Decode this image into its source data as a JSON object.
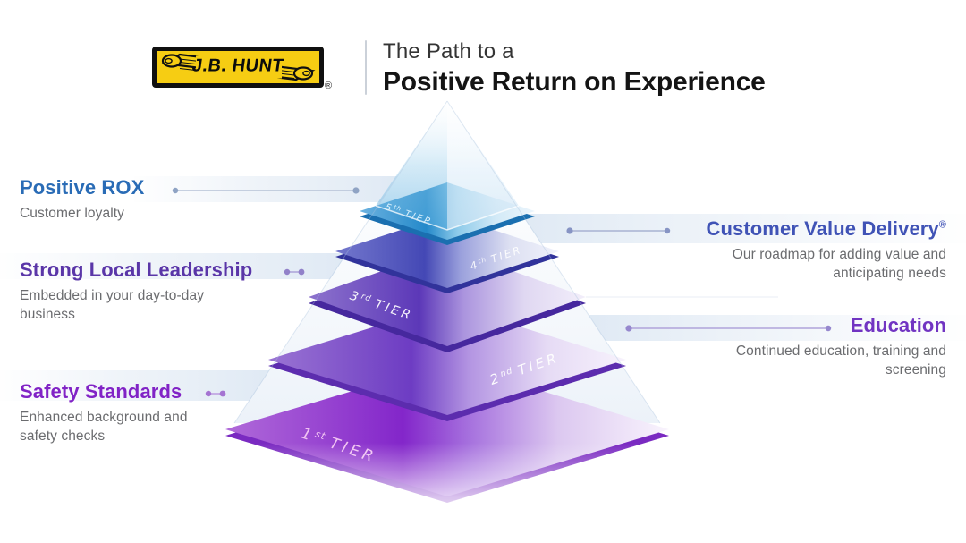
{
  "header": {
    "logo_text": "J.B. HUNT",
    "logo_registered": "®",
    "title_line1": "The Path to a",
    "title_line2": "Positive Return on Experience"
  },
  "pyramid": {
    "tiers": [
      {
        "num": "1",
        "ord": "st",
        "word": "TIER"
      },
      {
        "num": "2",
        "ord": "nd",
        "word": "TIER"
      },
      {
        "num": "3",
        "ord": "rd",
        "word": "TIER"
      },
      {
        "num": "4",
        "ord": "th",
        "word": "TIER"
      },
      {
        "num": "5",
        "ord": "th",
        "word": "TIER"
      }
    ]
  },
  "left_labels": [
    {
      "heading": "Positive ROX",
      "desc": "Customer loyalty"
    },
    {
      "heading": "Strong Local Leadership",
      "desc": "Embedded in your day-to-day business"
    },
    {
      "heading": "Safety Standards",
      "desc": "Enhanced background and safety checks"
    }
  ],
  "right_labels": [
    {
      "heading": "Customer Value Delivery",
      "sup": "®",
      "desc": "Our roadmap for adding value and anticipating needs"
    },
    {
      "heading": "Education",
      "desc": "Continued education, training and screening"
    }
  ],
  "colors": {
    "rox_blue": "#2a6cb6",
    "leadership_purple": "#5a36a8",
    "safety_purple": "#8123c6",
    "cvd_indigo": "#4053b6",
    "education_purple": "#7134c2",
    "tier1_purple": "#8226c9",
    "tier2_purple": "#6c3ac3",
    "tier3_purple": "#5b36b7",
    "tier4_indigo": "#4347b5",
    "tier5_blue": "#2387c9",
    "logo_yellow": "#f6cd13"
  }
}
